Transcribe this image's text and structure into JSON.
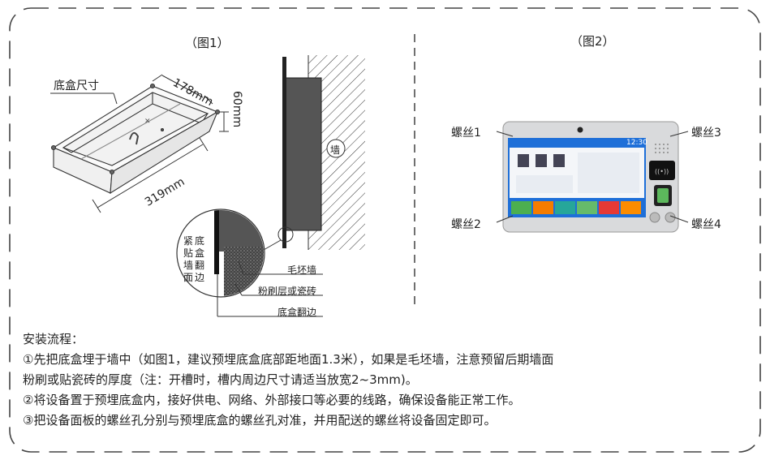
{
  "fig1": {
    "title": "（图1）",
    "box_label": "底盒尺寸",
    "dim_width": "178mm",
    "dim_height": "60mm",
    "dim_length": "319mm",
    "wall_label": "墙",
    "detail_label_col1": "紧贴墙面",
    "detail_label_col2": "底盒翻边",
    "callout_rough_wall": "毛坯墙",
    "callout_plaster": "粉刷层或瓷砖",
    "callout_flange": "底盒翻边"
  },
  "fig2": {
    "title": "（图2）",
    "screw1": "螺丝1",
    "screw2": "螺丝2",
    "screw3": "螺丝3",
    "screw4": "螺丝4",
    "device_time": "12:30"
  },
  "install": {
    "heading": "安装流程：",
    "step1_line1": "①先把底盒埋于墙中（如图1，建议预埋底盒底部距地面1.3米），如果是毛坯墙，注意预留后期墙面",
    "step1_line2": "粉刷或贴瓷砖的厚度（注：开槽时，槽内周边尺寸请适当放宽2~3mm)。",
    "step2": "②将设备置于预埋底盒内，接好供电、网络、外部接口等必要的线路，确保设备能正常工作。",
    "step3": "③把设备面板的螺丝孔分别与预埋底盒的螺丝孔对准，并用配送的螺丝将设备固定即可。"
  }
}
